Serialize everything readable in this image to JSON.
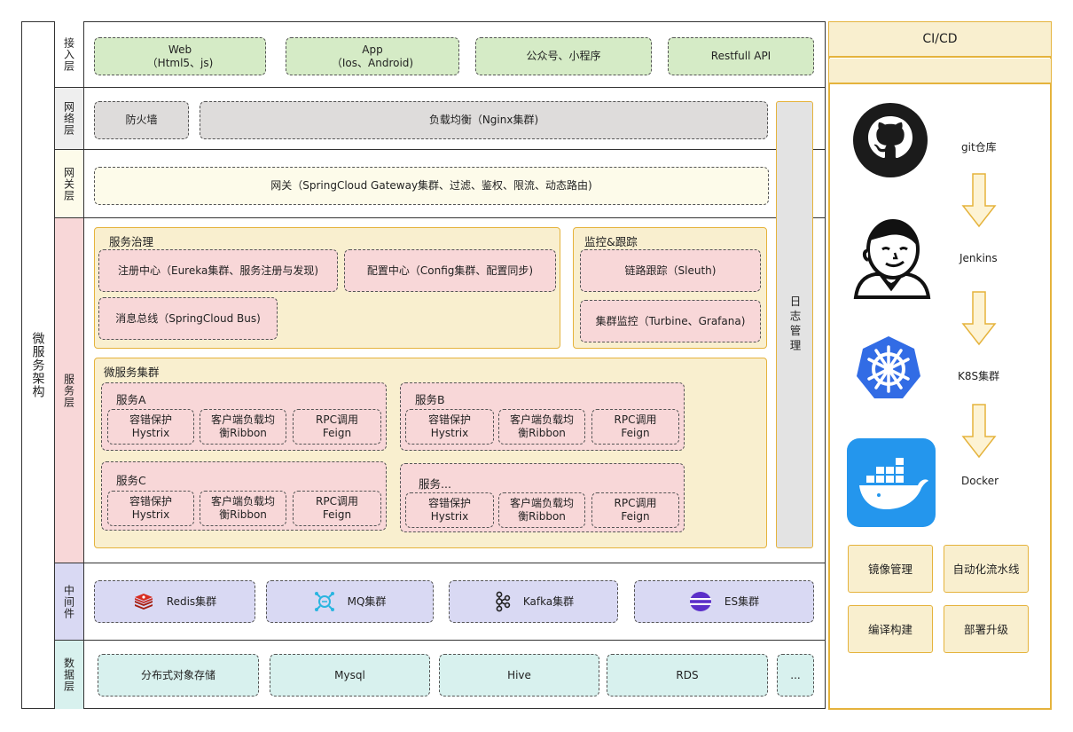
{
  "arch_title": "微服务架构",
  "layers": {
    "access": "接入层",
    "network": "网络层",
    "gateway": "网关层",
    "service": "服务层",
    "middleware": "中间件",
    "data": "数据层"
  },
  "access_items": [
    {
      "line1": "Web",
      "line2": "（Html5、js)"
    },
    {
      "line1": "App",
      "line2": "（Ios、Android)"
    },
    {
      "line1": "公众号、小程序",
      "line2": ""
    },
    {
      "line1": "Restfull API",
      "line2": ""
    }
  ],
  "network_items": [
    "防火墙",
    "负载均衡（Nginx集群)"
  ],
  "gateway_item": "网关（SpringCloud Gateway集群、过滤、鉴权、限流、动态路由)",
  "log_mgmt": "日志管理",
  "governance": {
    "title": "服务治理",
    "items": [
      "注册中心（Eureka集群、服务注册与发现)",
      "配置中心（Config集群、配置同步)",
      "消息总线（SpringCloud Bus)"
    ]
  },
  "monitor": {
    "title": "监控&跟踪",
    "items": [
      "链路跟踪（Sleuth)",
      "集群监控（Turbine、Grafana)"
    ]
  },
  "cluster": {
    "title": "微服务集群",
    "services": [
      {
        "name": "服务A"
      },
      {
        "name": "服务B"
      },
      {
        "name": "服务C"
      },
      {
        "name": "服务..."
      }
    ],
    "components": [
      {
        "line1": "容错保护",
        "line2": "Hystrix"
      },
      {
        "line1": "客户端负载均",
        "line2": "衡Ribbon"
      },
      {
        "line1": "RPC调用",
        "line2": "Feign"
      }
    ]
  },
  "middleware_items": [
    {
      "label": "Redis集群",
      "icon": "redis-icon",
      "color": "#d82c20"
    },
    {
      "label": "MQ集群",
      "icon": "mq-icon",
      "color": "#2ab5e0"
    },
    {
      "label": "Kafka集群",
      "icon": "kafka-icon",
      "color": "#222222"
    },
    {
      "label": "ES集群",
      "icon": "es-icon",
      "color": "#5b2fc9"
    }
  ],
  "data_items": [
    "分布式对象存储",
    "Mysql",
    "Hive",
    "RDS",
    "..."
  ],
  "cicd": {
    "title": "CI/CD",
    "steps": [
      {
        "label": "git仓库",
        "icon": "github-icon"
      },
      {
        "label": "Jenkins",
        "icon": "jenkins-icon"
      },
      {
        "label": "K8S集群",
        "icon": "kubernetes-icon"
      },
      {
        "label": "Docker",
        "icon": "docker-icon"
      }
    ],
    "boxes": [
      "镜像管理",
      "自动化流水线",
      "编译构建",
      "部署升级"
    ]
  },
  "colors": {
    "access": "#d5ebc6",
    "network": "#dedcdb",
    "gateway": "#fdfbea",
    "service": "#f8d7d8",
    "middleware": "#d9d9f3",
    "data": "#d8f1ee",
    "gold_border": "#e5b33c",
    "gold_fill": "#f9efcf"
  }
}
